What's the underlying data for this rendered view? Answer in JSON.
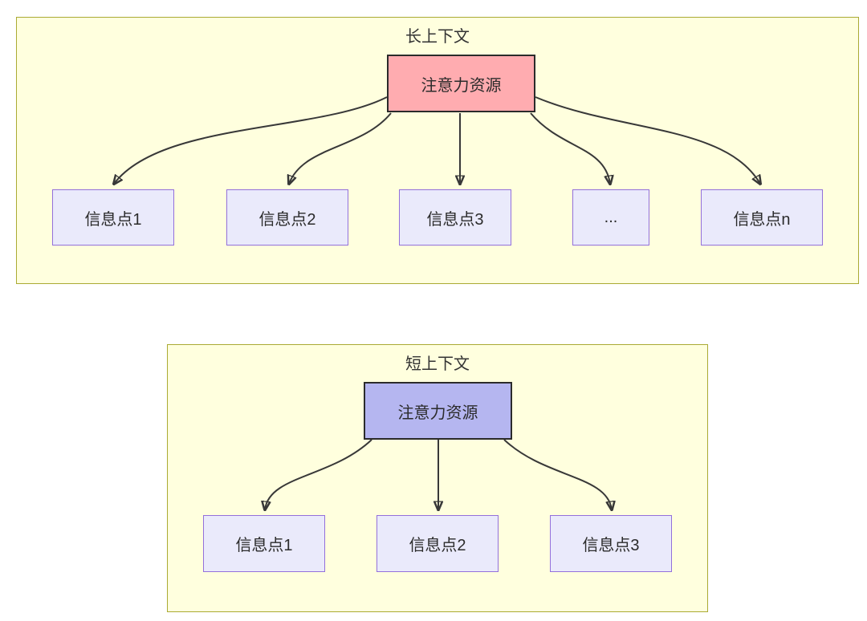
{
  "diagram_type": "flowchart-attention-comparison",
  "colors": {
    "page_background": "#ffffff",
    "cluster_fill": "#ffffde",
    "cluster_border": "#aaaa33",
    "info_node_fill": "#eaeafb",
    "info_node_border": "#9370db",
    "long_attention_fill": "#ffacb0",
    "short_attention_fill": "#b5b6f0",
    "attention_node_border": "#2b2b2b",
    "edge_color": "#383838",
    "text_color": "#333333"
  },
  "clusters": [
    {
      "title": "长上下文",
      "root_label": "注意力资源",
      "children": [
        "信息点1",
        "信息点2",
        "信息点3",
        "...",
        "信息点n"
      ]
    },
    {
      "title": "短上下文",
      "root_label": "注意力资源",
      "children": [
        "信息点1",
        "信息点2",
        "信息点3"
      ]
    }
  ]
}
